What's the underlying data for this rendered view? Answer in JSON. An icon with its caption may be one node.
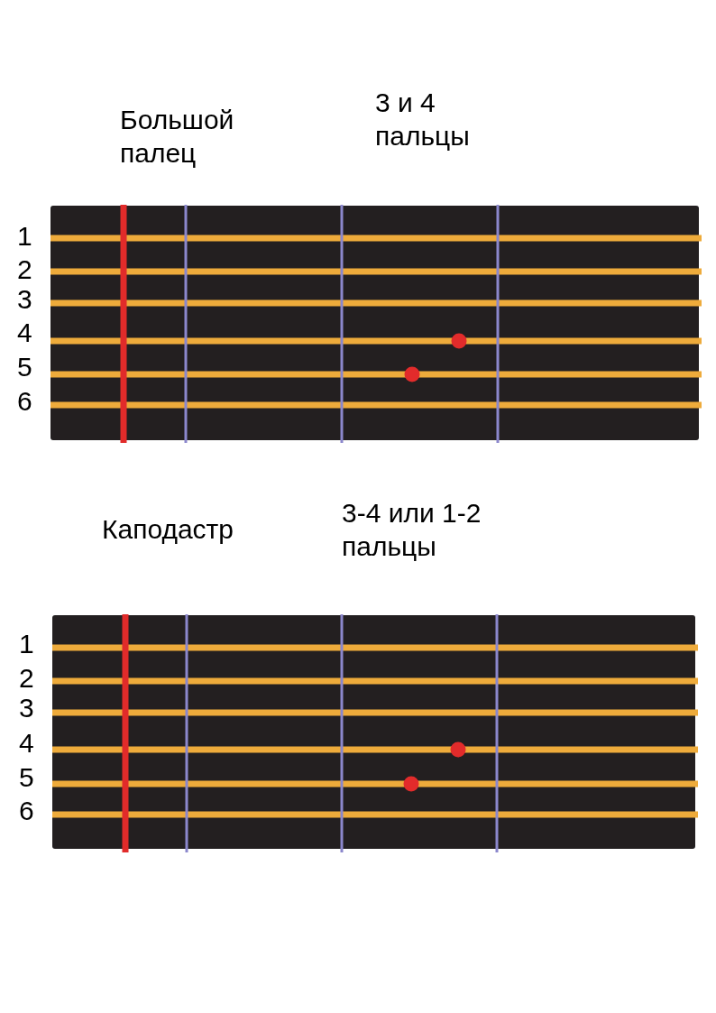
{
  "diagram": {
    "labels": [
      "Большой палец",
      "3 и 4 пальцы",
      "1",
      "2",
      "3",
      "4",
      "5",
      "6",
      "Каподастр",
      "3-4 или 1-2 пальцы",
      "1",
      "2",
      "3",
      "4",
      "5",
      "6"
    ]
  }
}
